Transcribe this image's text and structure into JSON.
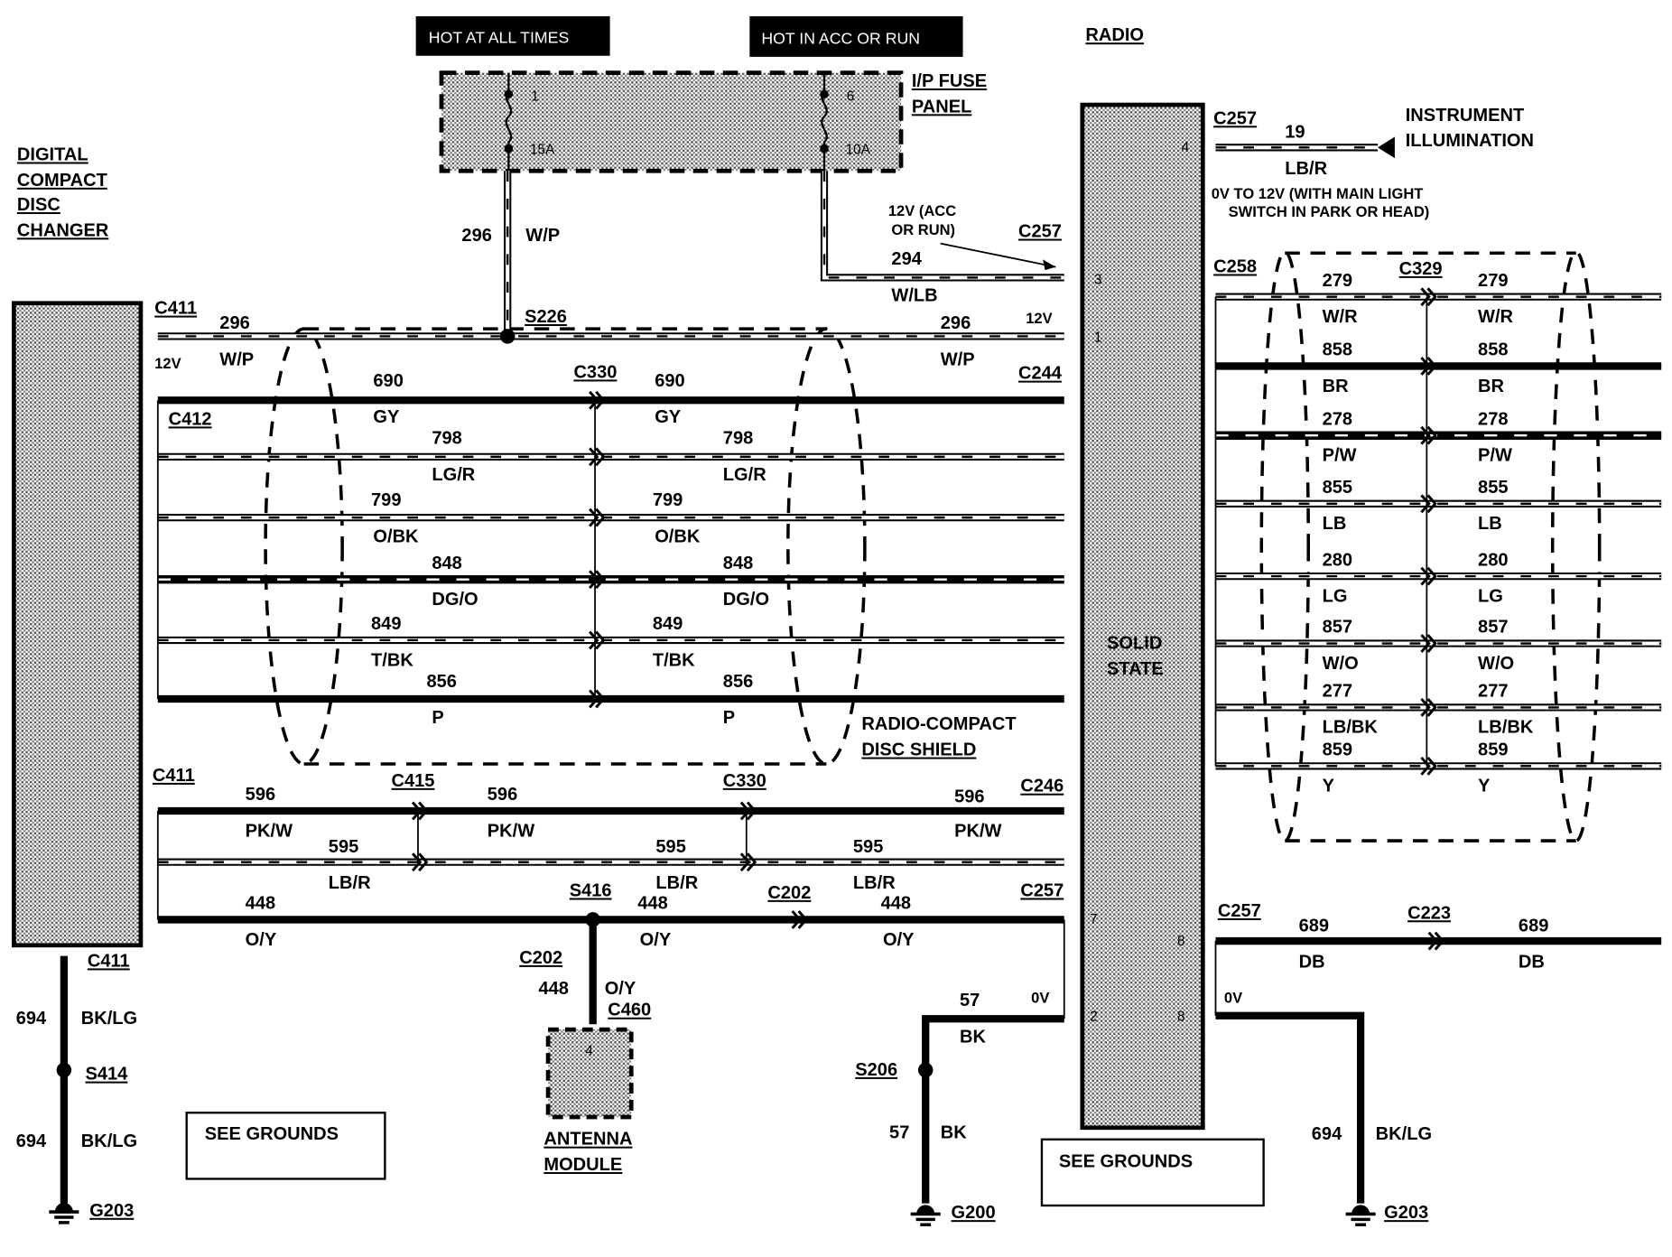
{
  "power": {
    "hot_at_all_times": "HOT AT ALL TIMES",
    "hot_in_acc_or_run": "HOT IN ACC OR RUN"
  },
  "fuse_panel": {
    "label": [
      "I/P FUSE",
      "PANEL"
    ],
    "fuses": [
      {
        "number": "1",
        "rating": "15A"
      },
      {
        "number": "6",
        "rating": "10A"
      }
    ]
  },
  "radio": {
    "label": "RADIO",
    "type": [
      "SOLID",
      "STATE"
    ],
    "pins": [
      "4",
      "3",
      "1",
      "7",
      "8",
      "2",
      "8"
    ]
  },
  "cd_changer": {
    "label": [
      "DIGITAL",
      "COMPACT",
      "DISC",
      "CHANGER"
    ]
  },
  "antenna": {
    "label": [
      "ANTENNA",
      "MODULE"
    ],
    "pin": "4"
  },
  "instrument_illumination": {
    "label": [
      "INSTRUMENT",
      "ILLUMINATION"
    ],
    "note": [
      "0V TO 12V (WITH MAIN LIGHT",
      "SWITCH IN PARK OR HEAD)"
    ]
  },
  "acc_note": [
    "12V (ACC",
    "OR RUN)"
  ],
  "shield": {
    "label": [
      "RADIO-COMPACT",
      "DISC SHIELD"
    ]
  },
  "see_grounds": [
    "SEE GROUNDS",
    "SEE GROUNDS"
  ],
  "voltages": [
    "12V",
    "12V",
    "0V",
    "0V"
  ],
  "connectors": [
    "C411",
    "C412",
    "C330",
    "C244",
    "C257",
    "C411",
    "C415",
    "C330",
    "C246",
    "C202",
    "C257",
    "C202",
    "C460",
    "C411",
    "C257",
    "C258",
    "C329",
    "C257",
    "C223"
  ],
  "splices": [
    "S226",
    "S416",
    "S414",
    "S206"
  ],
  "grounds": [
    "G203",
    "G200",
    "G203"
  ],
  "circuits": [
    {
      "number": "296",
      "color": "W/P"
    },
    {
      "number": "296",
      "color": "W/P"
    },
    {
      "number": "296",
      "color": "W/P"
    },
    {
      "number": "294",
      "color": "W/LB"
    },
    {
      "number": "690",
      "color": "GY"
    },
    {
      "number": "690",
      "color": "GY"
    },
    {
      "number": "798",
      "color": "LG/R"
    },
    {
      "number": "798",
      "color": "LG/R"
    },
    {
      "number": "799",
      "color": "O/BK"
    },
    {
      "number": "799",
      "color": "O/BK"
    },
    {
      "number": "848",
      "color": "DG/O"
    },
    {
      "number": "848",
      "color": "DG/O"
    },
    {
      "number": "849",
      "color": "T/BK"
    },
    {
      "number": "849",
      "color": "T/BK"
    },
    {
      "number": "856",
      "color": "P"
    },
    {
      "number": "856",
      "color": "P"
    },
    {
      "number": "596",
      "color": "PK/W"
    },
    {
      "number": "596",
      "color": "PK/W"
    },
    {
      "number": "596",
      "color": "PK/W"
    },
    {
      "number": "595",
      "color": "LB/R"
    },
    {
      "number": "595",
      "color": "LB/R"
    },
    {
      "number": "595",
      "color": "LB/R"
    },
    {
      "number": "448",
      "color": "O/Y"
    },
    {
      "number": "448",
      "color": "O/Y"
    },
    {
      "number": "448",
      "color": "O/Y"
    },
    {
      "number": "448",
      "color": "O/Y"
    },
    {
      "number": "694",
      "color": "BK/LG"
    },
    {
      "number": "694",
      "color": "BK/LG"
    },
    {
      "number": "57",
      "color": "BK"
    },
    {
      "number": "57",
      "color": "BK"
    },
    {
      "number": "694",
      "color": "BK/LG"
    },
    {
      "number": "689",
      "color": "DB"
    },
    {
      "number": "689",
      "color": "DB"
    },
    {
      "number": "19",
      "color": "LB/R"
    }
  ],
  "radio_bundle": [
    {
      "number": "279",
      "color": "W/R"
    },
    {
      "number": "858",
      "color": "BR"
    },
    {
      "number": "278",
      "color": "P/W"
    },
    {
      "number": "855",
      "color": "LB"
    },
    {
      "number": "280",
      "color": "LG"
    },
    {
      "number": "857",
      "color": "W/O"
    },
    {
      "number": "277",
      "color": "LB/BK"
    },
    {
      "number": "859",
      "color": "Y"
    }
  ]
}
